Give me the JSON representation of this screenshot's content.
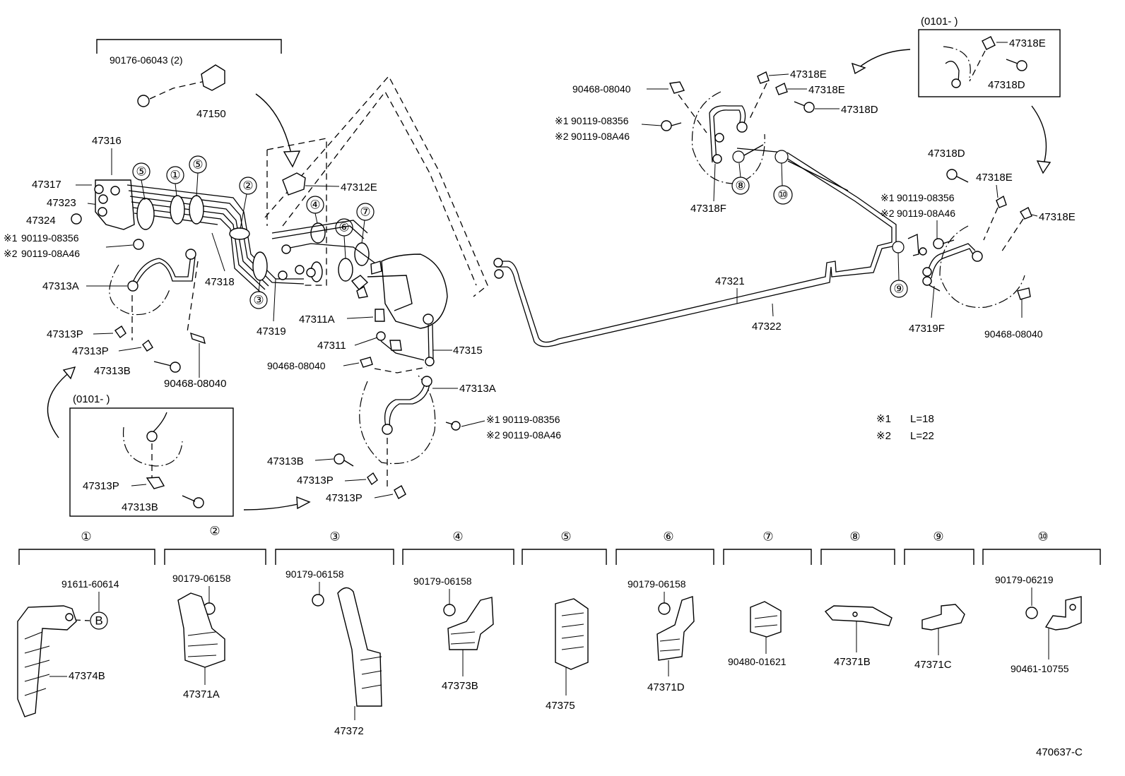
{
  "parts": {
    "p47150": "47150",
    "p90176": "90176-06043 (2)",
    "p47316": "47316",
    "p47317": "47317",
    "p47323": "47323",
    "p47324": "47324",
    "l1_90119_08356": "90119-08356",
    "l1_90119_08A46": "90119-08A46",
    "p47313A_left": "47313A",
    "p47318": "47318",
    "p47312E": "47312E",
    "p47319": "47319",
    "p47311A": "47311A",
    "p47311": "47311",
    "p47315": "47315",
    "p90468_mid": "90468-08040",
    "p47313P_a": "47313P",
    "p47313P_b": "47313P",
    "p47313B_a": "47313B",
    "p90468_left": "90468-08040",
    "inset_left_title": "(0101-        )",
    "inset_left_47313P": "47313P",
    "inset_left_47313B": "47313B",
    "p47313A_mid": "47313A",
    "m_90119_08356": "90119-08356",
    "m_90119_08A46": "90119-08A46",
    "m_47313B": "47313B",
    "m_47313P_a": "47313P",
    "m_47313P_b": "47313P",
    "r_90468_top": "90468-08040",
    "r_90119_08356": "90119-08356",
    "r_90119_08A46": "90119-08A46",
    "r_47318E_a": "47318E",
    "r_47318E_b": "47318E",
    "r_47318D": "47318D",
    "r_47318F": "47318F",
    "p47321": "47321",
    "p47322": "47322",
    "inset_right_title": "(0101-        )",
    "inset_right_47318E": "47318E",
    "inset_right_47318D": "47318D",
    "rr_47318D": "47318D",
    "rr_47318E_a": "47318E",
    "rr_90119_08356": "90119-08356",
    "rr_90119_08A46": "90119-08A46",
    "rr_47318E_b": "47318E",
    "rr_47319F": "47319F",
    "rr_90468": "90468-08040",
    "note1_mark": "※1",
    "note1_text": "L=18",
    "note2_mark": "※2",
    "note2_text": "L=22",
    "mark1": "※1",
    "mark2": "※2",
    "diagram_id": "470637-C"
  },
  "callouts": {
    "c1": "①",
    "c2": "②",
    "c3": "③",
    "c4": "④",
    "c5": "⑤",
    "c6": "⑥",
    "c7": "⑦",
    "c8": "⑧",
    "c9": "⑨",
    "c10": "⑩"
  },
  "clamps": [
    {
      "num": "①",
      "sub": "91611-60614",
      "ref": "B",
      "main": "47374B"
    },
    {
      "num": "②",
      "sub": "90179-06158",
      "main": "47371A"
    },
    {
      "num": "③",
      "sub": "90179-06158",
      "main": "47372"
    },
    {
      "num": "④",
      "sub": "90179-06158",
      "main": "47373B"
    },
    {
      "num": "⑤",
      "main": "47375"
    },
    {
      "num": "⑥",
      "sub": "90179-06158",
      "main": "47371D"
    },
    {
      "num": "⑦",
      "main": "90480-01621"
    },
    {
      "num": "⑧",
      "main": "47371B"
    },
    {
      "num": "⑨",
      "main": "47371C"
    },
    {
      "num": "⑩",
      "sub": "90179-06219",
      "main": "90461-10755"
    }
  ]
}
